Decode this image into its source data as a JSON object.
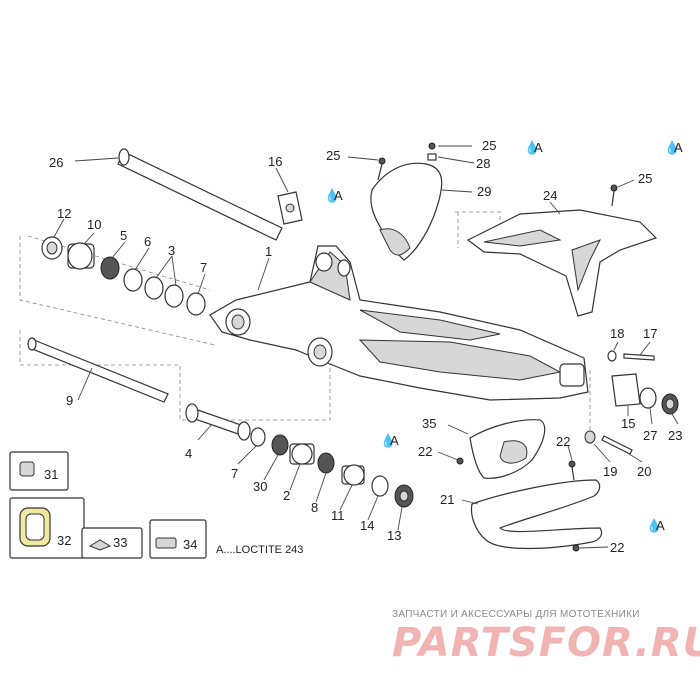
{
  "labels": {
    "p1": "1",
    "p2": "2",
    "p3": "3",
    "p4": "4",
    "p5": "5",
    "p6": "6",
    "p7a": "7",
    "p7b": "7",
    "p8": "8",
    "p9": "9",
    "p10": "10",
    "p11": "11",
    "p12": "12",
    "p13": "13",
    "p14": "14",
    "p15": "15",
    "p16": "16",
    "p17": "17",
    "p18": "18",
    "p19": "19",
    "p20": "20",
    "p21": "21",
    "p22a": "22",
    "p22b": "22",
    "p22c": "22",
    "p23": "23",
    "p24": "24",
    "p25a": "25",
    "p25b": "25",
    "p25c": "25",
    "p26": "26",
    "p27": "27",
    "p28": "28",
    "p29": "29",
    "p30": "30",
    "p31": "31",
    "p32": "32",
    "p33": "33",
    "p34": "34",
    "p35": "35"
  },
  "marks": {
    "a1": "A",
    "a2": "A",
    "a3": "A",
    "a4": "A",
    "a5": "A"
  },
  "legend": {
    "loctite": "A....LOCTITE 243"
  },
  "watermark": {
    "tagline": "ЗАПЧАСТИ И АКСЕССУАРЫ ДЛЯ МОТОТЕХНИКИ",
    "logo": "PARTSFOR.RU"
  },
  "colors": {
    "accent": "#f2e9a0",
    "watermark": "#f2b3b3"
  }
}
